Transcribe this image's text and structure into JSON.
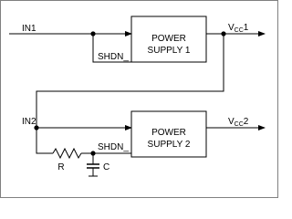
{
  "block1": {
    "line1": "POWER",
    "line2": "SUPPLY 1",
    "shdn": "SHDN_"
  },
  "block2": {
    "line1": "POWER",
    "line2": "SUPPLY 2",
    "shdn": "SHDN_"
  },
  "inputs": {
    "in1": "IN1",
    "in2": "IN2"
  },
  "outputs": {
    "vcc1": {
      "base": "V",
      "sub": "CC",
      "suffix": "1"
    },
    "vcc2": {
      "base": "V",
      "sub": "CC",
      "suffix": "2"
    }
  },
  "components": {
    "resistor": "R",
    "capacitor": "C"
  },
  "colors": {
    "line": "#000000",
    "frame": "#808080",
    "background": "#ffffff"
  }
}
